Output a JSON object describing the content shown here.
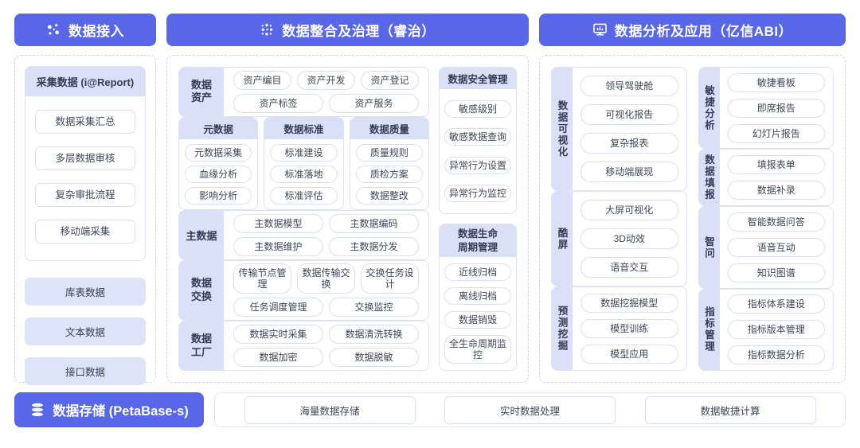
{
  "colors": {
    "primary_blue": "#5767E8",
    "lavender": "#D9E0F7",
    "pill_lavender": "#DDE4F9"
  },
  "access": {
    "header": "数据接入",
    "report_box": {
      "title": "采集数据 (i@Report)",
      "items": [
        "数据采集汇总",
        "多层数据审核",
        "复杂审批流程",
        "移动端采集"
      ]
    },
    "pills": [
      "库表数据",
      "文本数据",
      "接口数据"
    ]
  },
  "governance": {
    "header": "数据整合及治理（睿治）",
    "asset": {
      "label": "数据资产",
      "row1": [
        "资产编目",
        "资产开发",
        "资产登记"
      ],
      "row2": [
        "资产标签",
        "资产服务"
      ]
    },
    "meta": {
      "title": "元数据",
      "items": [
        "元数据采集",
        "血缘分析",
        "影响分析"
      ]
    },
    "standard": {
      "title": "数据标准",
      "items": [
        "标准建设",
        "标准落地",
        "标准评估"
      ]
    },
    "quality": {
      "title": "数据质量",
      "items": [
        "质量规则",
        "质检方案",
        "数据整改"
      ]
    },
    "master": {
      "label": "主数据",
      "row1": [
        "主数据模型",
        "主数据编码"
      ],
      "row2": [
        "主数据维护",
        "主数据分发"
      ]
    },
    "exchange": {
      "label": "数据交换",
      "row1": [
        "传输节点管理",
        "数据传输交换",
        "交换任务设计"
      ],
      "row2": [
        "任务调度管理",
        "交换监控"
      ]
    },
    "factory": {
      "label": "数据工厂",
      "row1": [
        "数据实时采集",
        "数据清洗转换"
      ],
      "row2": [
        "数据加密",
        "数据脱敏"
      ]
    },
    "security": {
      "title": "数据安全管理",
      "items": [
        "敏感级别",
        "敏感数据查询",
        "异常行为设置",
        "异常行为监控"
      ]
    },
    "lifecycle": {
      "title": "数据生命周期管理",
      "items": [
        "近线归档",
        "离线归档",
        "数据销毁",
        "全生命周期监控"
      ]
    }
  },
  "analysis": {
    "header": "数据分析及应用（亿信ABI）",
    "visual": {
      "label": "数据可视化",
      "items": [
        "领导驾驶舱",
        "可视化报告",
        "复杂报表",
        "移动端展现"
      ]
    },
    "coolscreen": {
      "label": "酷屏",
      "items": [
        "大屏可视化",
        "3D动效",
        "语音交互"
      ]
    },
    "mining": {
      "label": "预测挖掘",
      "items": [
        "数据挖掘模型",
        "模型训练",
        "模型应用"
      ]
    },
    "agile": {
      "label": "敏捷分析",
      "items": [
        "敏捷看板",
        "即席报告",
        "幻灯片报告"
      ]
    },
    "filling": {
      "label": "数据填报",
      "items": [
        "填报表单",
        "数据补录"
      ]
    },
    "smartq": {
      "label": "智问",
      "items": [
        "智能数据问答",
        "语音互动",
        "知识图谱"
      ]
    },
    "indicator": {
      "label": "指标管理",
      "items": [
        "指标体系建设",
        "指标版本管理",
        "指标数据分析"
      ]
    }
  },
  "storage": {
    "header": "数据存储 (PetaBase-s)",
    "items": [
      "海量数据存储",
      "实时数据处理",
      "数据敏捷计算"
    ]
  }
}
